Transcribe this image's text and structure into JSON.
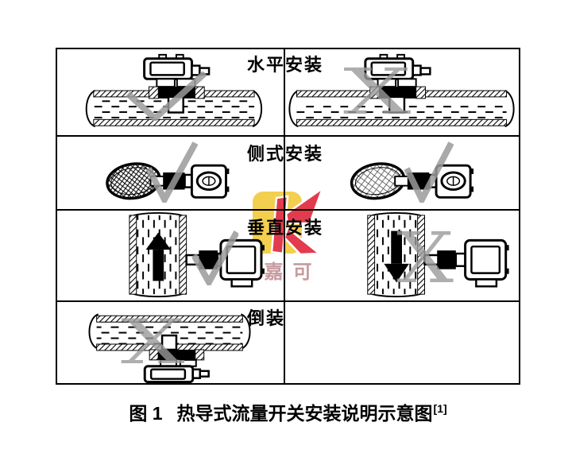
{
  "figure": {
    "rows": [
      {
        "label": "水平安装",
        "cells": [
          {
            "mark": "check"
          },
          {
            "mark": "cross"
          }
        ]
      },
      {
        "label": "侧式安装",
        "cells": [
          {
            "mark": "check"
          },
          {
            "mark": "check"
          }
        ]
      },
      {
        "label": "垂直安装",
        "cells": [
          {
            "mark": "check"
          },
          {
            "mark": "cross"
          }
        ]
      },
      {
        "label": "倒装",
        "cells": [
          {
            "mark": "cross"
          },
          {
            "mark": "none"
          }
        ]
      }
    ]
  },
  "caption": {
    "figure_no": "图 1",
    "title": "热导式流量开关安装说明示意图",
    "reference": "[1]"
  },
  "watermark": {
    "brand_text": "嘉可"
  },
  "glyphs": {
    "cross": "X"
  },
  "colors": {
    "mark_grey": "#9A9A9A",
    "logo_yellow": "#F2CF4F",
    "logo_red": "#E23B4E",
    "brand_text": "#C79BA1",
    "line": "#000000"
  }
}
